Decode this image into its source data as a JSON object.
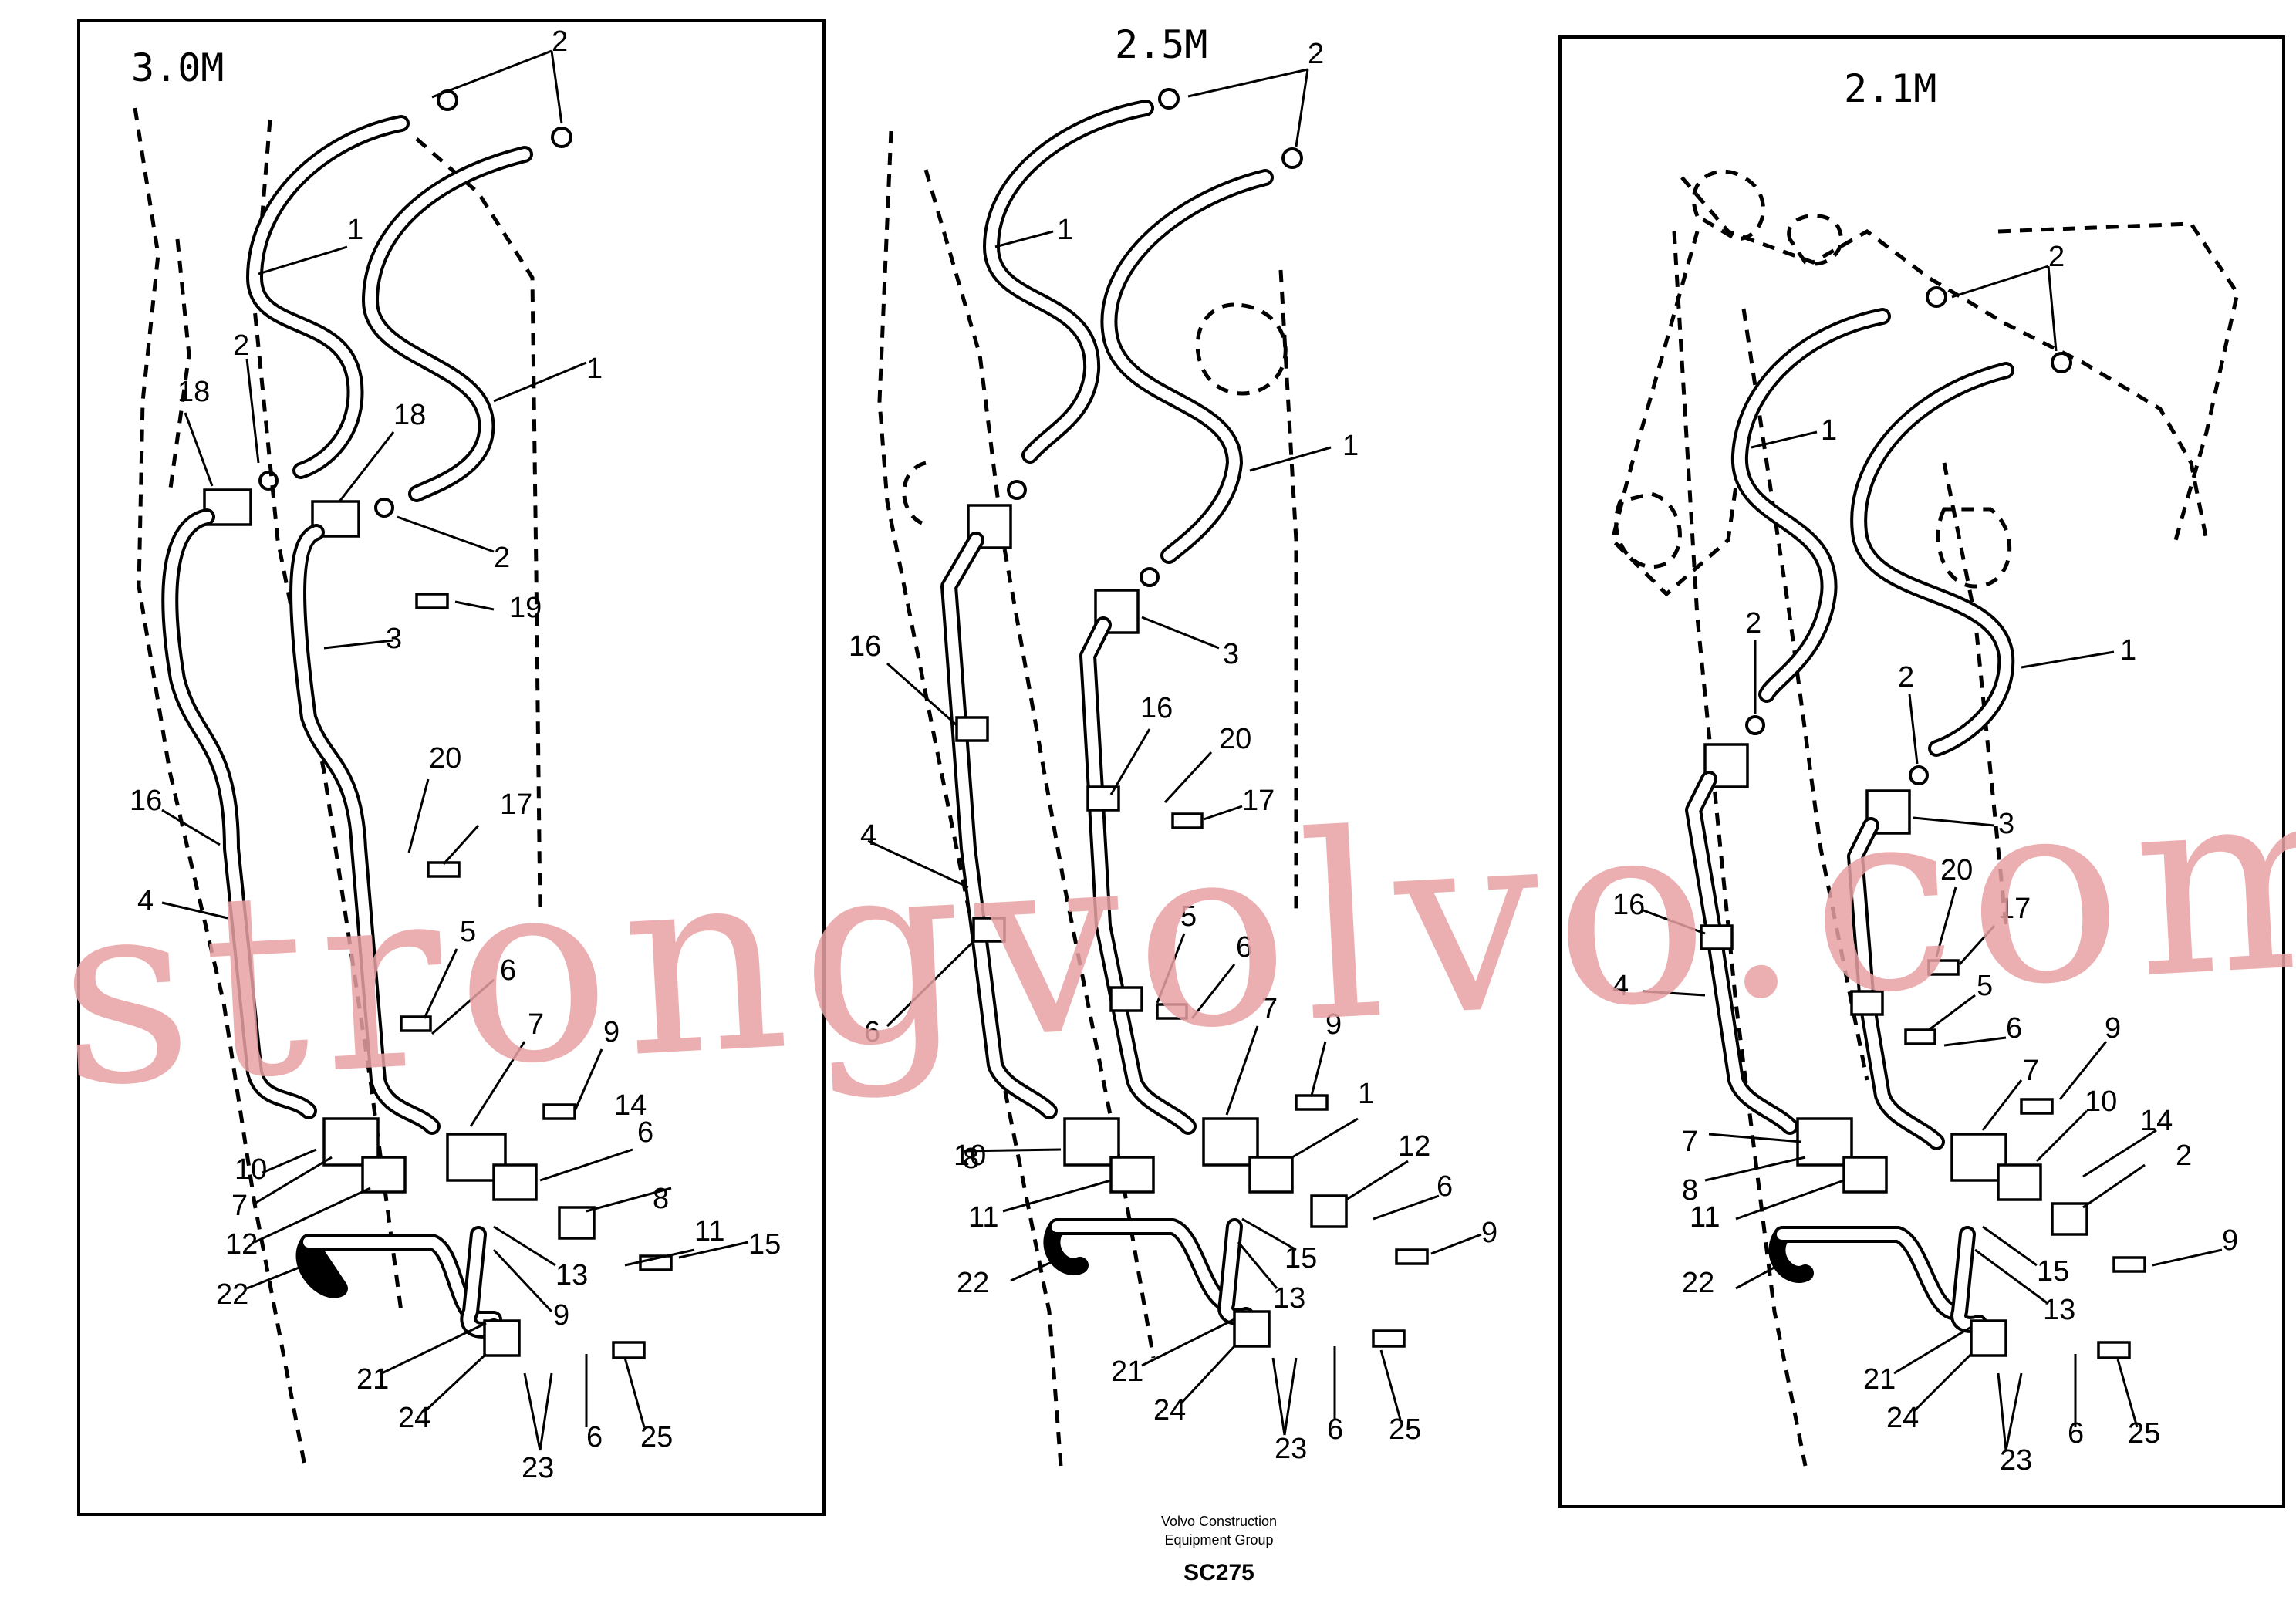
{
  "panels": [
    {
      "title": "3.0M",
      "labels": [
        "2",
        "1",
        "2",
        "18",
        "18",
        "1",
        "2",
        "19",
        "3",
        "20",
        "16",
        "17",
        "4",
        "5",
        "6",
        "7",
        "9",
        "10",
        "14",
        "7",
        "12",
        "6",
        "8",
        "11",
        "15",
        "13",
        "9",
        "22",
        "21",
        "24",
        "23",
        "6",
        "25"
      ]
    },
    {
      "title": "2.5M",
      "labels": [
        "2",
        "1",
        "1",
        "3",
        "16",
        "16",
        "20",
        "17",
        "4",
        "5",
        "6",
        "6",
        "7",
        "9",
        "10",
        "1",
        "12",
        "8",
        "6",
        "11",
        "15",
        "13",
        "9",
        "22",
        "21",
        "24",
        "23",
        "6",
        "25"
      ]
    },
    {
      "title": "2.1M",
      "labels": [
        "2",
        "1",
        "1",
        "2",
        "2",
        "3",
        "20",
        "16",
        "17",
        "4",
        "5",
        "6",
        "9",
        "7",
        "10",
        "14",
        "7",
        "8",
        "11",
        "15",
        "13",
        "22",
        "21",
        "24",
        "23",
        "6",
        "25",
        "2",
        "9"
      ]
    }
  ],
  "watermark": "strongvolvo.com",
  "footer": {
    "line1": "Volvo Construction",
    "line2": "Equipment Group",
    "code": "SC275"
  },
  "colors": {
    "ink": "#000000",
    "watermark": "#e9a1a3",
    "background": "#ffffff"
  }
}
